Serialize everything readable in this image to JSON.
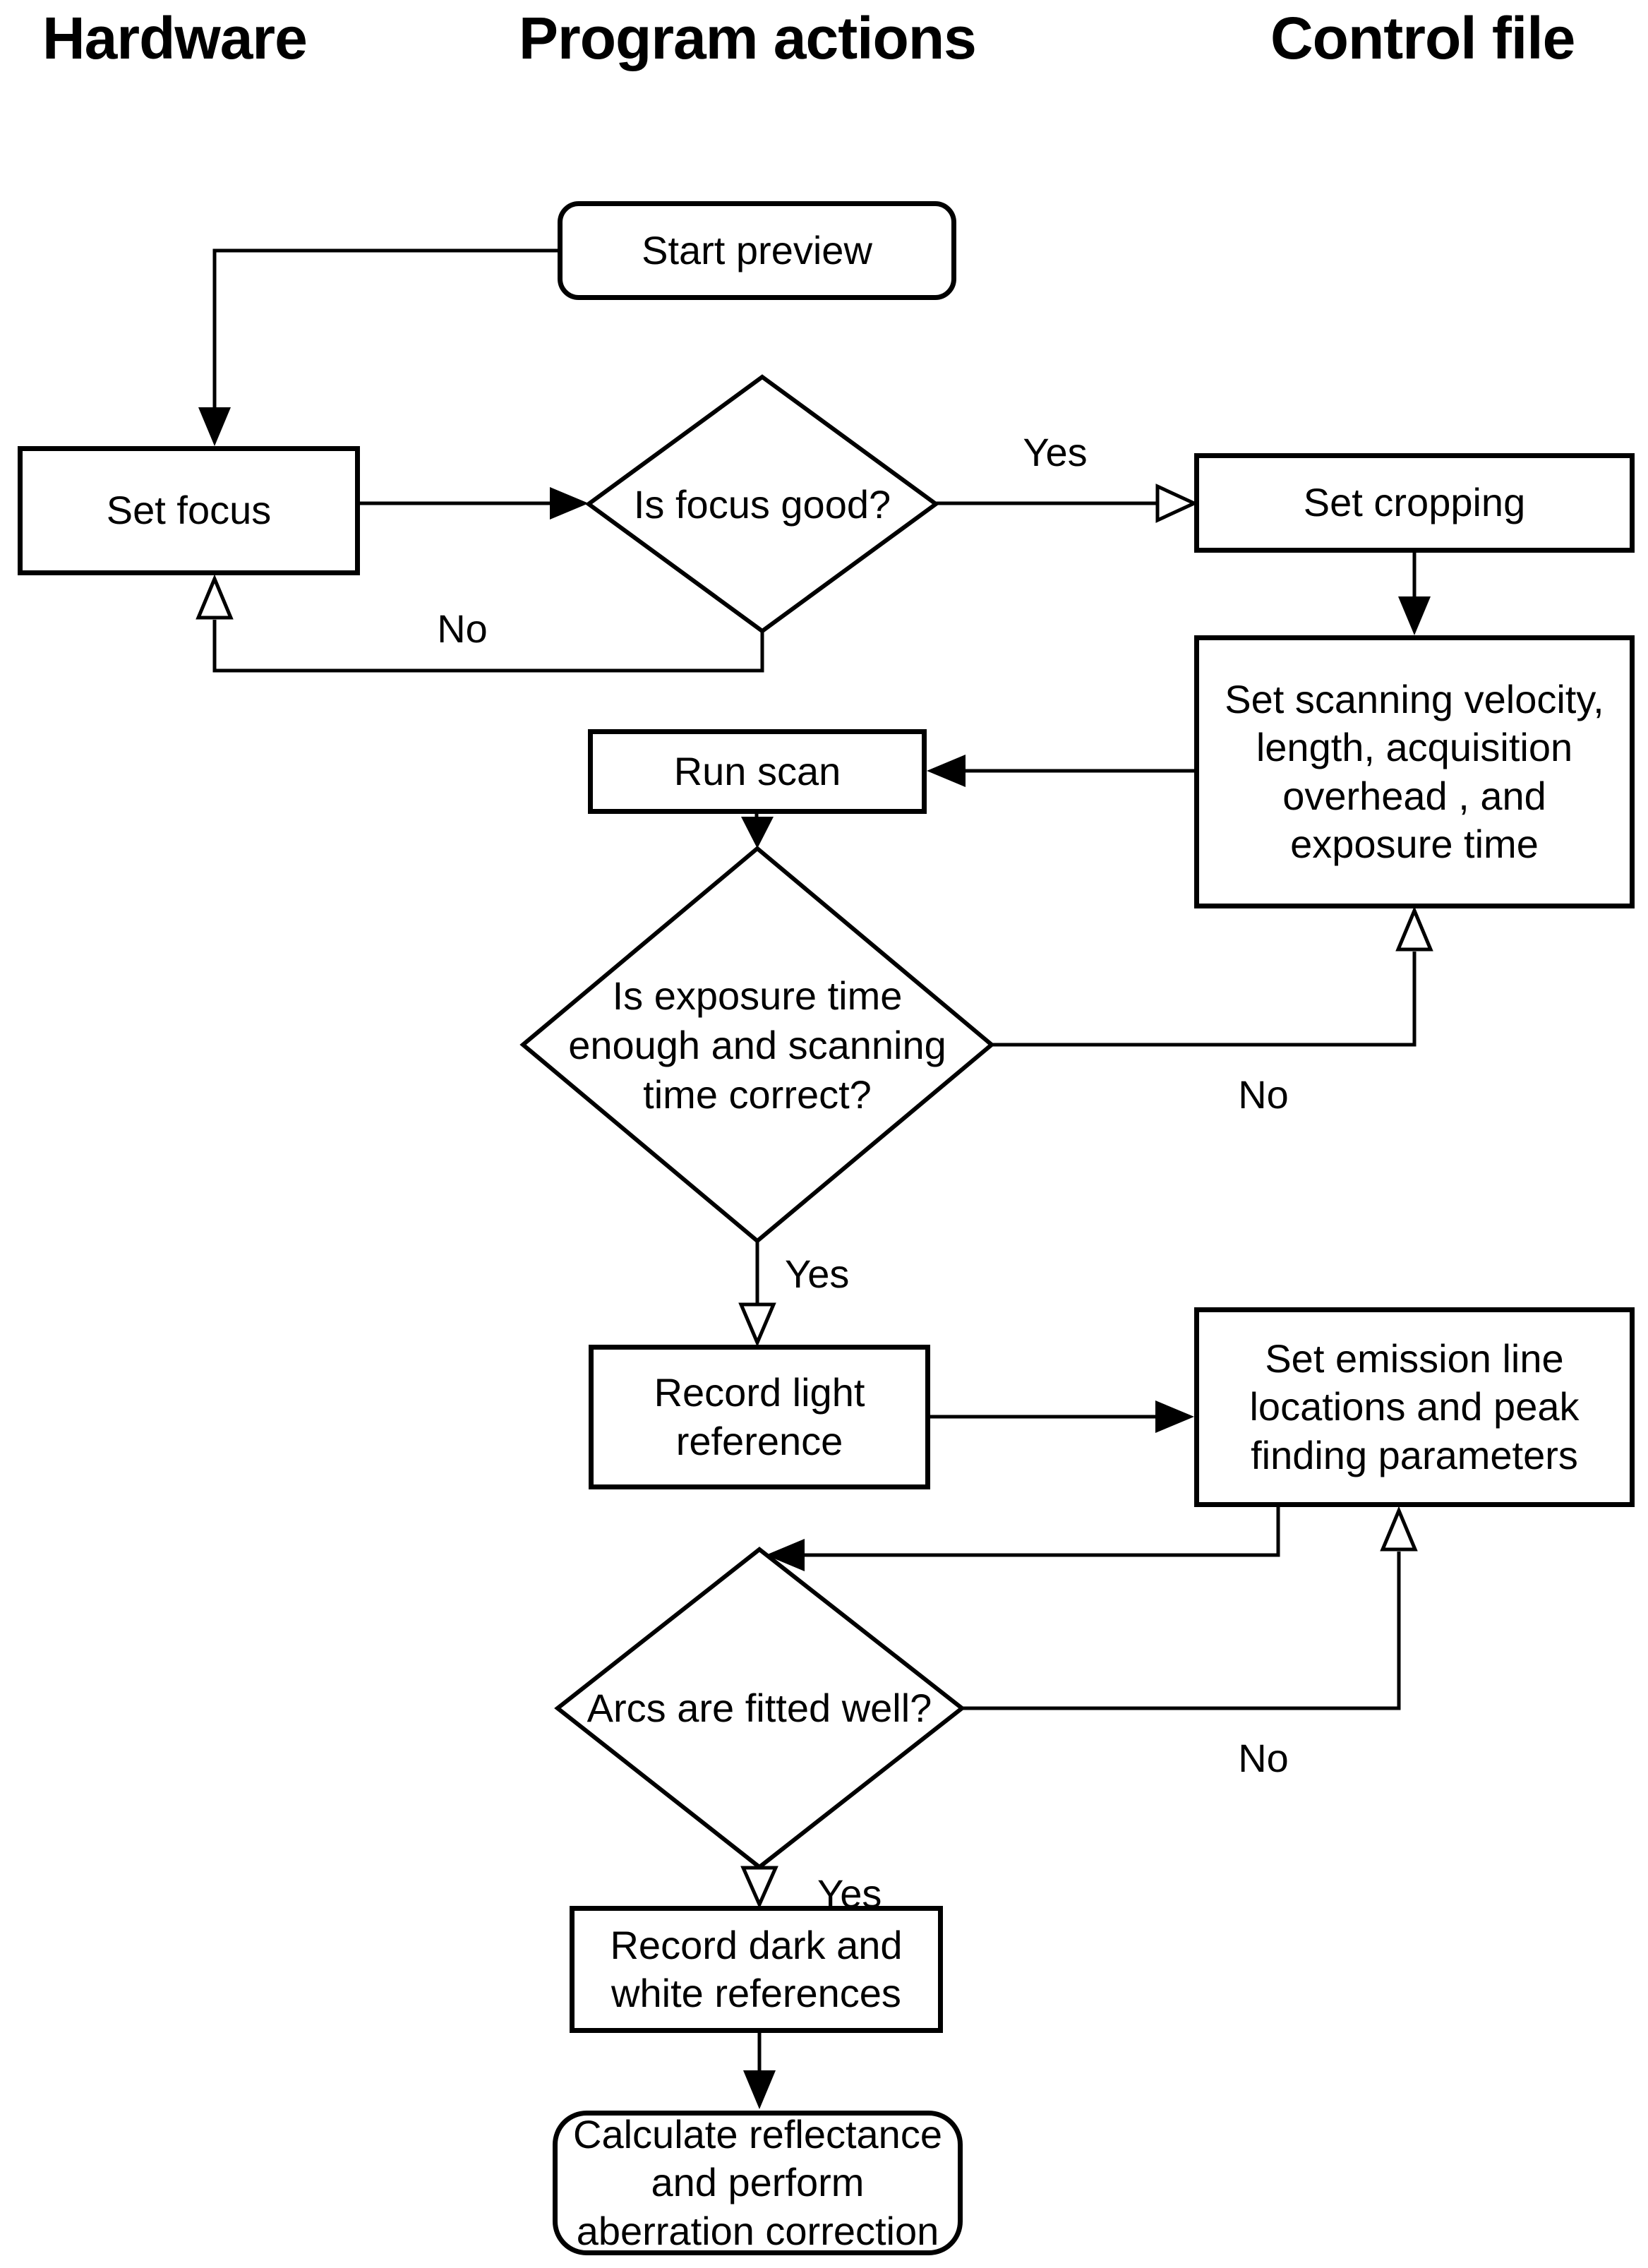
{
  "colors": {
    "line": "#000000",
    "background": "#ffffff"
  },
  "headers": [
    {
      "id": "hardware",
      "label": "Hardware"
    },
    {
      "id": "program-actions",
      "label": "Program actions"
    },
    {
      "id": "control-file",
      "label": "Control file"
    }
  ],
  "nodes": {
    "start_preview": {
      "shape": "rounded-rect",
      "label": "Start preview"
    },
    "set_focus": {
      "shape": "rect",
      "label": "Set focus"
    },
    "is_focus_good": {
      "shape": "diamond",
      "label": "Is focus good?"
    },
    "set_cropping": {
      "shape": "rect",
      "label": "Set cropping"
    },
    "set_scanning": {
      "shape": "rect",
      "label": "Set scanning velocity,\nlength, acquisition\noverhead , and\nexposure time"
    },
    "run_scan": {
      "shape": "rect",
      "label": "Run scan"
    },
    "is_exposure_ok": {
      "shape": "diamond",
      "label": "Is exposure time\nenough and scanning\ntime correct?"
    },
    "record_light": {
      "shape": "rect",
      "label": "Record light\nreference"
    },
    "set_emission": {
      "shape": "rect",
      "label": "Set emission line\nlocations and peak\nfinding parameters"
    },
    "arcs_fitted": {
      "shape": "diamond",
      "label": "Arcs are fitted well?"
    },
    "record_dark": {
      "shape": "rect",
      "label": "Record dark and\nwhite references"
    },
    "calculate_reflectance": {
      "shape": "rounded-rect",
      "label": "Calculate reflectance\nand perform\naberration correction"
    }
  },
  "edge_labels": {
    "focus_yes": "Yes",
    "focus_no": "No",
    "exposure_no": "No",
    "exposure_yes": "Yes",
    "arcs_no": "No",
    "arcs_yes": "Yes"
  }
}
